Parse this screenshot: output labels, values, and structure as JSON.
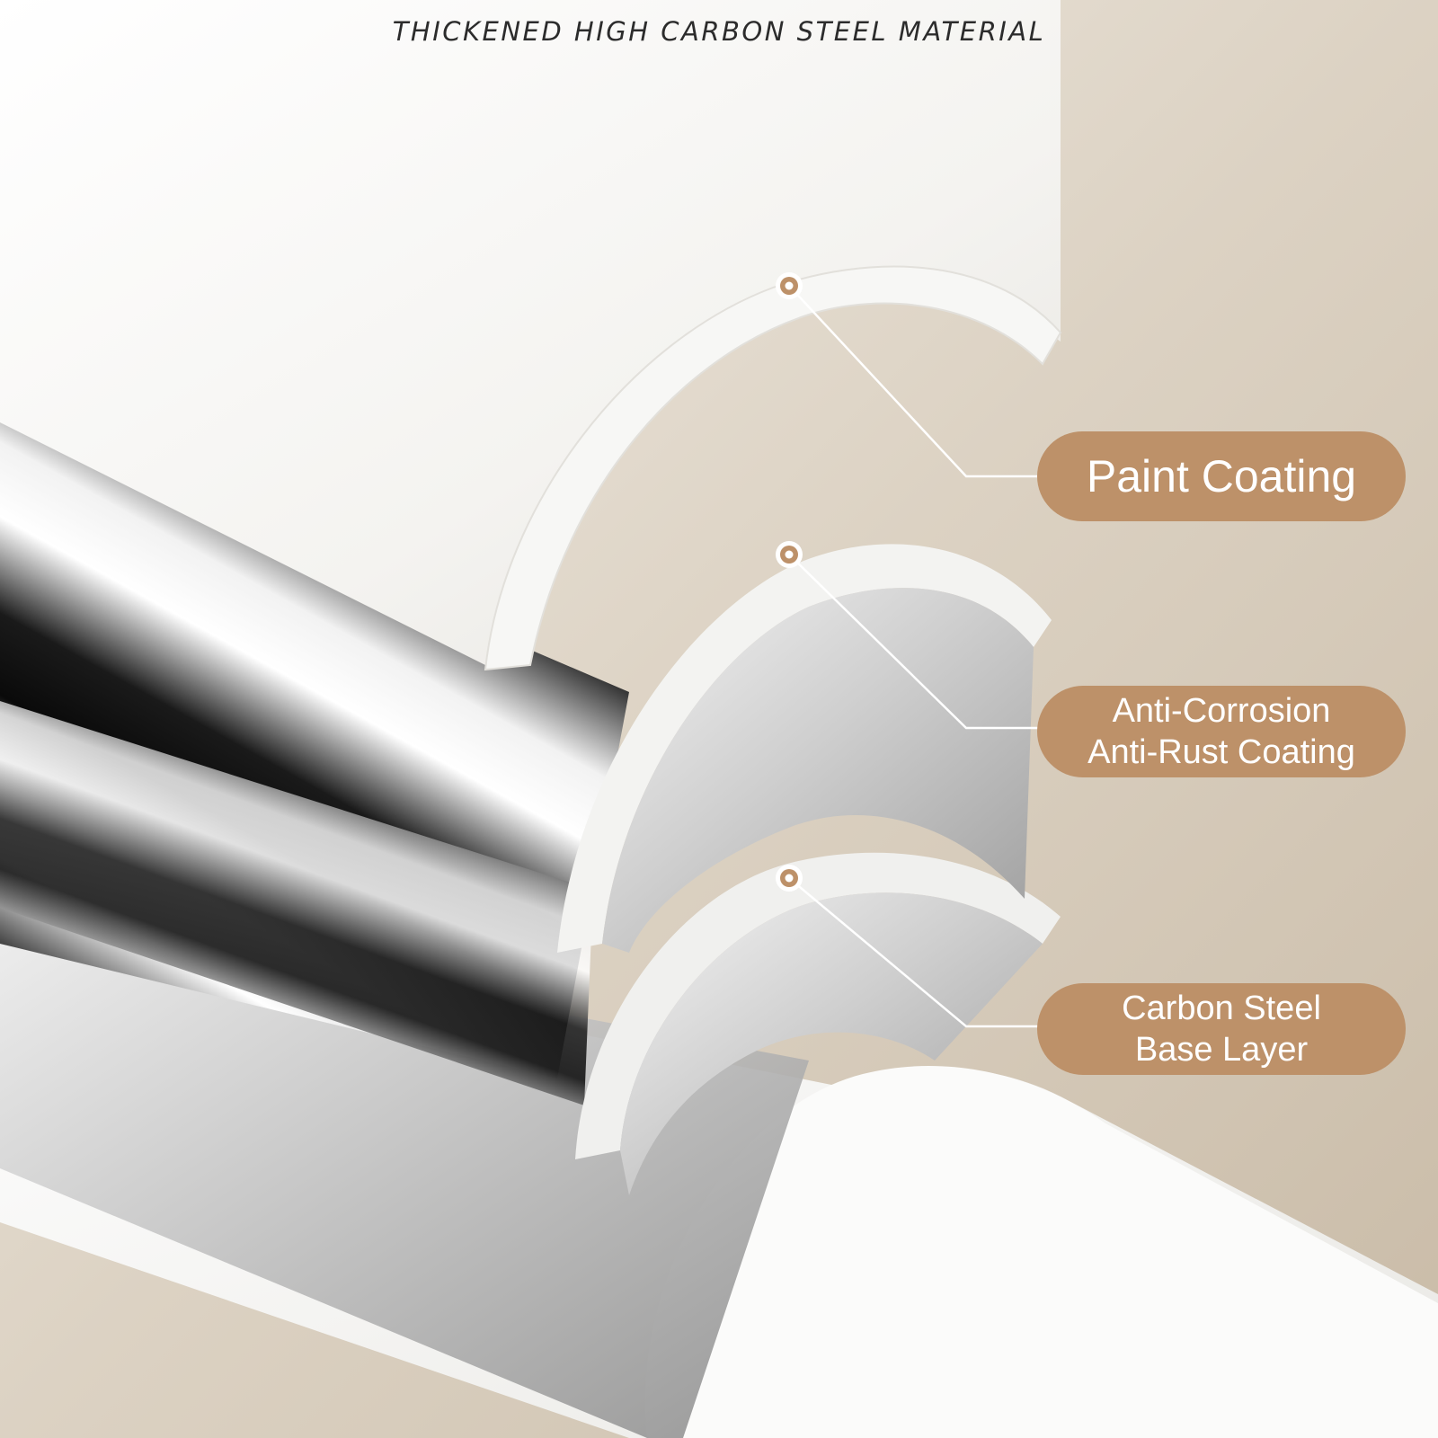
{
  "headline": "THICKENED HIGH CARBON STEEL MATERIAL",
  "colors": {
    "background": "#d6cbbb",
    "callout": "#bd9169",
    "leader_line": "#ffffff",
    "paint_layer": "#f6f5f2",
    "steel_dark": "#141414"
  },
  "layers": [
    {
      "id": "paint",
      "lines": [
        "Paint Coating"
      ]
    },
    {
      "id": "anti-corrosion",
      "lines": [
        "Anti-Corrosion",
        "Anti-Rust Coating"
      ]
    },
    {
      "id": "base",
      "lines": [
        "Carbon Steel",
        "Base Layer"
      ]
    }
  ]
}
